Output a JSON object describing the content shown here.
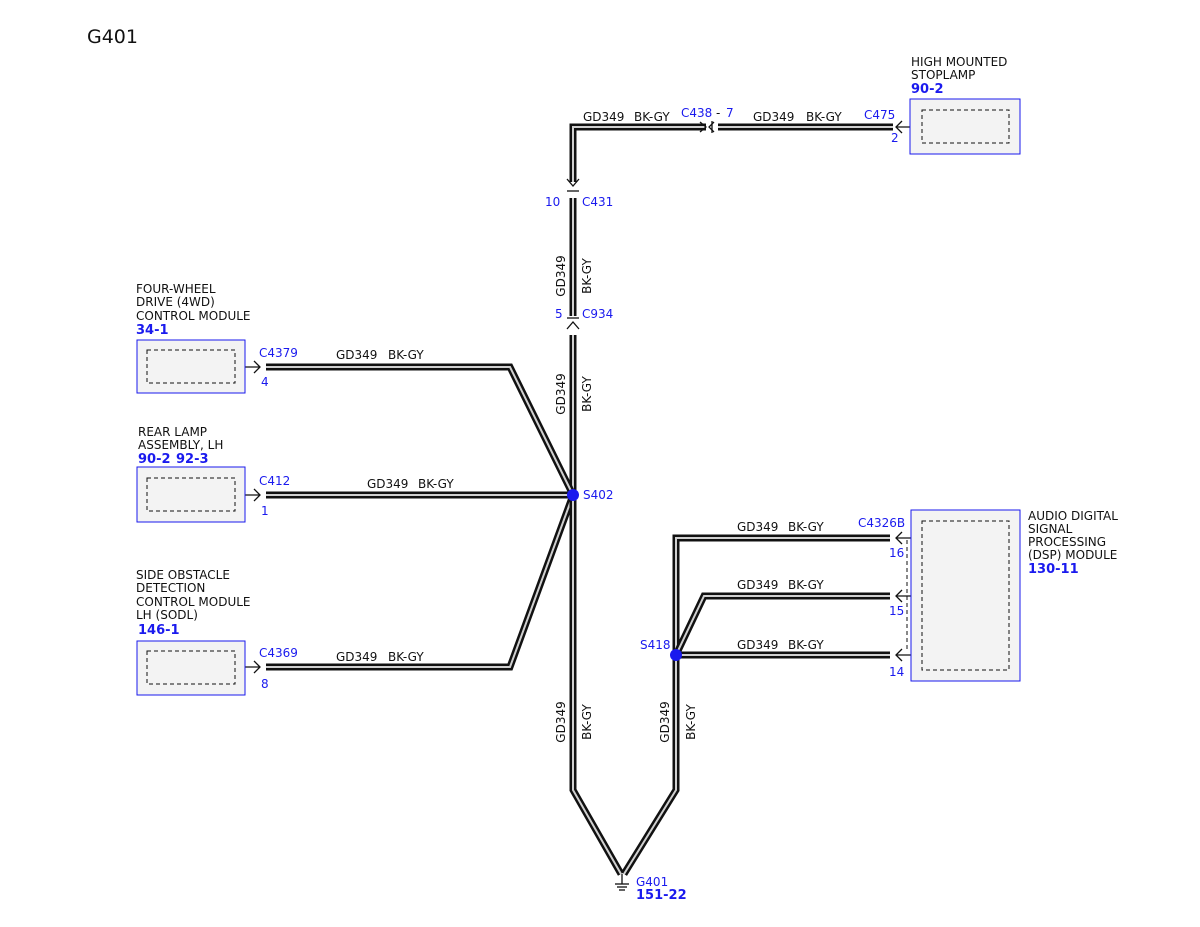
{
  "page_title": "G401",
  "wire": {
    "circuit": "GD349",
    "color": "BK-GY"
  },
  "components": {
    "hmsl": {
      "name_line1": "HIGH MOUNTED",
      "name_line2": "STOPLAMP",
      "ref": "90-2"
    },
    "fwd": {
      "name_line1": "FOUR-WHEEL",
      "name_line2": "DRIVE (4WD)",
      "name_line3": "CONTROL MODULE",
      "ref": "34-1"
    },
    "rear_lamp": {
      "name_line1": "REAR LAMP",
      "name_line2": "ASSEMBLY, LH",
      "ref1": "90-2",
      "ref2": "92-3"
    },
    "sodl": {
      "name_line1": "SIDE OBSTACLE",
      "name_line2": "DETECTION",
      "name_line3": "CONTROL MODULE",
      "name_line4": "LH (SODL)",
      "ref": "146-1"
    },
    "dsp": {
      "name_line1": "AUDIO DIGITAL",
      "name_line2": "SIGNAL",
      "name_line3": "PROCESSING",
      "name_line4": "(DSP) MODULE",
      "ref": "130-11"
    }
  },
  "connectors": {
    "c438": {
      "id": "C438",
      "sep": "-",
      "pin": "7"
    },
    "c475": {
      "id": "C475",
      "pin": "2"
    },
    "c431": {
      "id": "C431",
      "pin": "10"
    },
    "c934": {
      "id": "C934",
      "pin": "5"
    },
    "c4379": {
      "id": "C4379",
      "pin": "4"
    },
    "c412": {
      "id": "C412",
      "pin": "1"
    },
    "c4369": {
      "id": "C4369",
      "pin": "8"
    },
    "c4326b": {
      "id": "C4326B",
      "pin_a": "16",
      "pin_b": "15",
      "pin_c": "14"
    }
  },
  "splices": {
    "s402": "S402",
    "s418": "S418"
  },
  "ground": {
    "id": "G401",
    "ref": "151-22"
  },
  "colors": {
    "wire": "#111111",
    "wire_core": "#d0d0d0",
    "label_blue": "#1a1aee",
    "component_fill": "#f3f3f3"
  }
}
